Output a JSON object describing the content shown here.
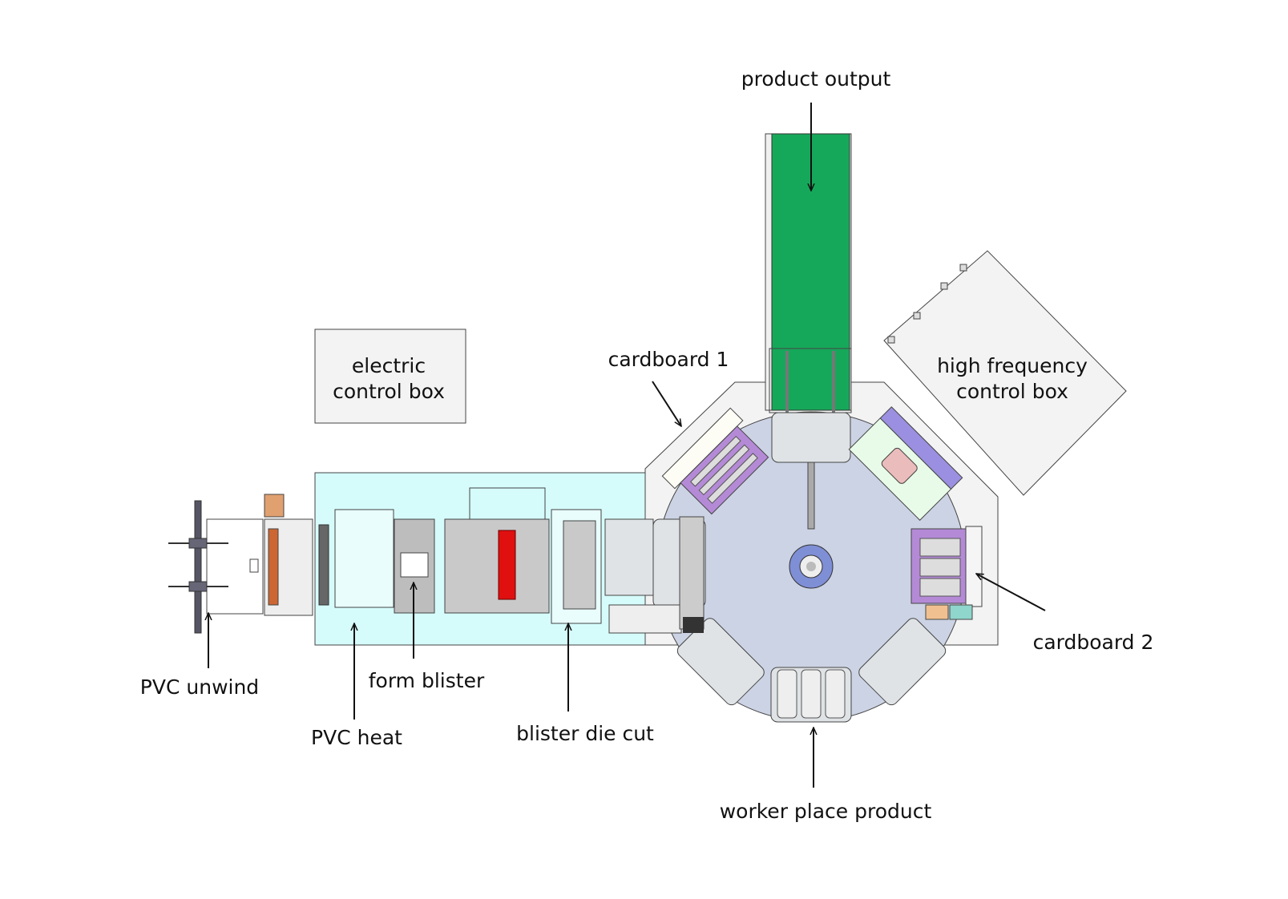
{
  "title": "Blister cardboard packing machine layout",
  "labels": {
    "product_output": "product output",
    "electric_control_box_1": "electric",
    "electric_control_box_2": "control box",
    "cardboard_1": "cardboard 1",
    "high_frequency_1": "high frequency",
    "high_frequency_2": "control box",
    "cardboard_2": "cardboard 2",
    "worker_place_product": "worker place product",
    "blister_die_cut": "blister die cut",
    "pvc_heat": "PVC heat",
    "form_blister": "form blister",
    "pvc_unwind": "PVC unwind"
  },
  "colors": {
    "conveyor": "#16a85a",
    "base": "#d6fbfb",
    "disc": "#ccd3e4",
    "housing": "#f3f3f3",
    "station_purple": "#b48ad6",
    "heater_red": "#e01010",
    "hub": "#7f8fd6"
  }
}
